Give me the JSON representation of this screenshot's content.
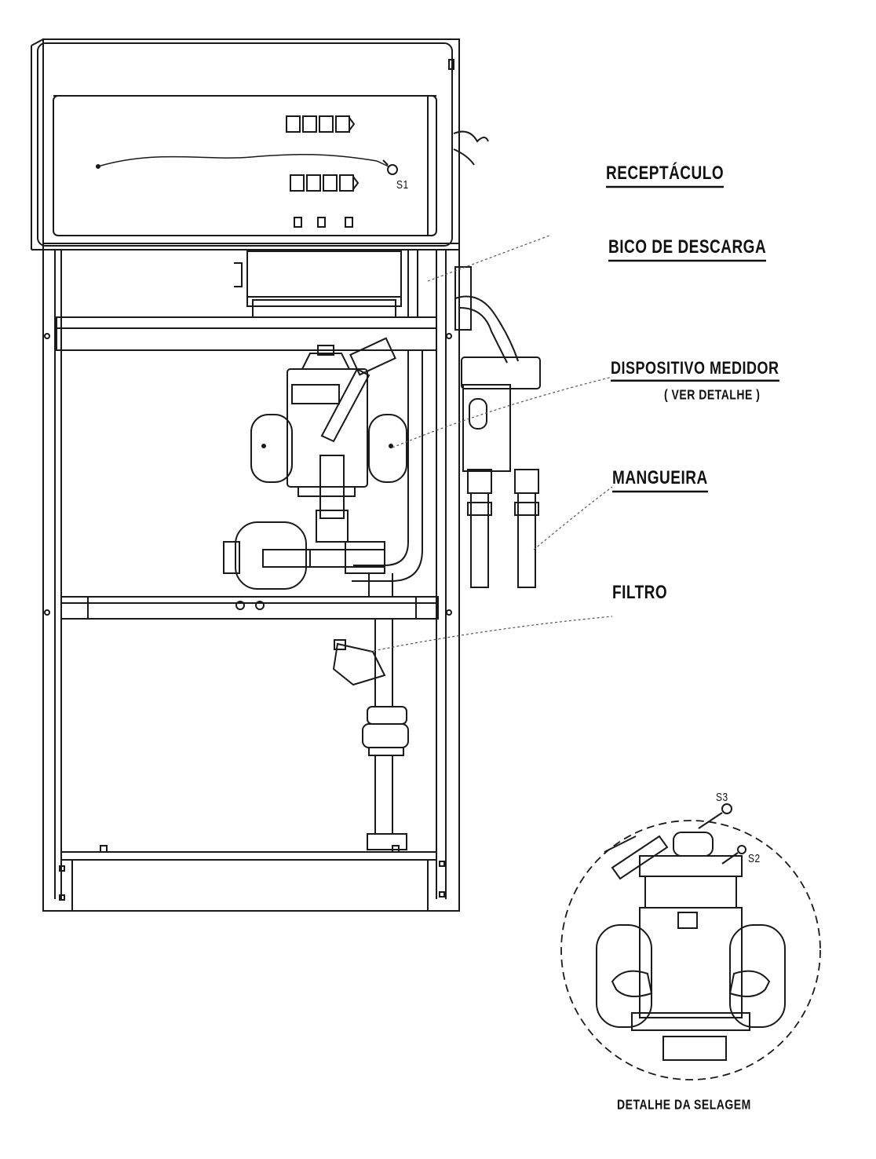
{
  "labels": {
    "receptaculo": "RECEPTÁCULO",
    "bico_de_descarga": "BICO DE DESCARGA",
    "dispositivo_medidor": "DISPOSITIVO MEDIDOR",
    "ver_detalhe": "( VER DETALHE )",
    "mangueira": "MANGUEIRA",
    "filtro": "FILTRO"
  },
  "seal_tags": {
    "s1": "S1",
    "s2": "S2",
    "s3": "S3"
  },
  "detail_caption": "DETALHE DA SELAGEM",
  "colors": {
    "line": "#1a1a1a",
    "leader": "#555555",
    "paper": "#ffffff"
  }
}
